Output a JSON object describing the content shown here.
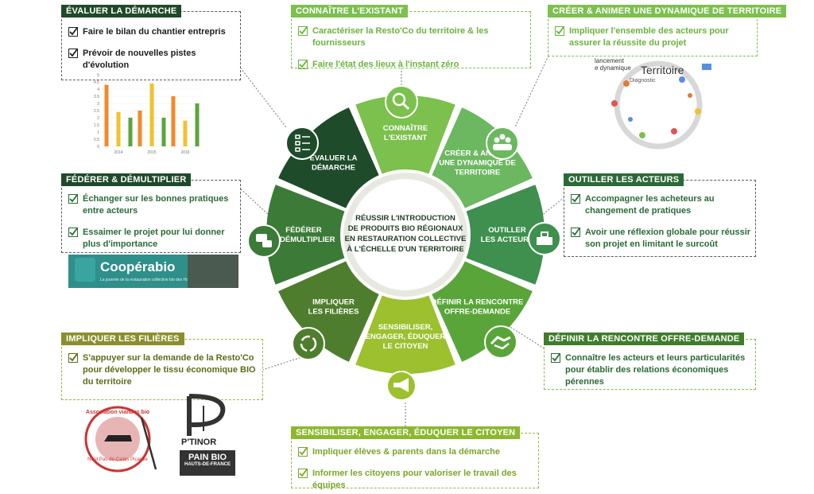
{
  "center": {
    "lines": [
      "RÉUSSIR L'INTRODUCTION",
      "DE PRODUITS BIO RÉGIONAUX",
      "EN RESTAURATION COLLECTIVE",
      "À L'ÉCHELLE D'UN TERRITOIRE"
    ]
  },
  "segments": [
    {
      "lines": [
        "CONNAÎTRE",
        "L'EXISTANT"
      ],
      "color": "#7cc04d",
      "icon": "magnifier-icon"
    },
    {
      "lines": [
        "CRÉER & ANIMER",
        "UNE DYNAMIQUE DE",
        "TERRITOIRE"
      ],
      "color": "#6cb860",
      "icon": "group-icon"
    },
    {
      "lines": [
        "OUTILLER",
        "LES ACTEURS"
      ],
      "color": "#3f8f4f",
      "icon": "toolbox-icon"
    },
    {
      "lines": [
        "DÉFINIR LA RENCONTRE",
        "OFFRE-DEMANDE"
      ],
      "color": "#5aa53a",
      "icon": "handshake-icon"
    },
    {
      "lines": [
        "SENSIBILISER,",
        "ENGAGER, ÉDUQUER",
        "LE CITOYEN"
      ],
      "color": "#9cc02e",
      "icon": "megaphone-icon"
    },
    {
      "lines": [
        "IMPLIQUER",
        "LES FILIÈRES"
      ],
      "color": "#4f7d2e",
      "icon": "recycle-icon"
    },
    {
      "lines": [
        "FÉDÉRER",
        "& DÉMULTIPLIER"
      ],
      "color": "#3c7a38",
      "icon": "speech-bubbles-icon"
    },
    {
      "lines": [
        "ÉVALUER LA",
        "DÉMARCHE"
      ],
      "color": "#1e4b2a",
      "icon": "checklist-icon"
    }
  ],
  "boxes": {
    "evaluer": {
      "title": "ÉVALUER LA DÉMARCHE",
      "items": [
        "Faire le bilan du chantier entrepris",
        "Prévoir de nouvelles pistes d'évolution"
      ]
    },
    "connaitre": {
      "title": "CONNAÎTRE L'EXISTANT",
      "items": [
        "Caractériser la Resto'Co du territoire & les fournisseurs",
        "Faire l'état des lieux à l'instant zéro"
      ]
    },
    "creer": {
      "title": "CRÉER & ANIMER UNE DYNAMIQUE DE TERRITOIRE",
      "items": [
        "Impliquer l'ensemble des acteurs pour assurer la réussite du projet"
      ]
    },
    "federer": {
      "title": "FÉDÉRER & DÉMULTIPLIER",
      "items": [
        "Échanger sur les bonnes pratiques entre acteurs",
        "Essaimer le projet pour lui donner plus d'importance"
      ]
    },
    "outiller": {
      "title": "OUTILLER LES ACTEURS",
      "items": [
        "Accompagner les acheteurs au changement de pratiques",
        "Avoir une réflexion globale pour réussir son projet en limitant le surcoût"
      ]
    },
    "impliquer": {
      "title": "IMPLIQUER LES FILIÈRES",
      "items": [
        "S'appuyer sur la demande de la Resto'Co pour développer le tissu économique BIO du territoire"
      ]
    },
    "definir": {
      "title": "DÉFINIR LA RENCONTRE OFFRE-DEMANDE",
      "items": [
        "Connaître les acteurs et leurs particularités pour établir des relations économiques pérennes"
      ]
    },
    "sensibiliser": {
      "title": "SENSIBILISER, ENGAGER, ÉDUQUER LE CITOYEN",
      "items": [
        "Impliquer élèves & parents dans la démarche",
        "Informer les citoyens pour valoriser le travail des équipes"
      ]
    }
  },
  "chart_data": {
    "type": "bar",
    "categories": [
      "2014",
      "2015",
      "2016"
    ],
    "series": [
      {
        "color": "#f08a2c",
        "values": [
          4.3,
          2.5,
          3.5
        ]
      },
      {
        "color": "#f2c12e",
        "values": [
          2.4,
          4.4,
          1.8
        ]
      },
      {
        "color": "#5aa53a",
        "values": [
          2.0,
          2.0,
          3.0
        ]
      }
    ],
    "yticks": [
      "0",
      "0.5",
      "1",
      "1.5",
      "2",
      "2.5",
      "3",
      "3.5",
      "4",
      "4.5",
      "5"
    ],
    "ylim": [
      0,
      5
    ]
  },
  "territoire": {
    "title": "Territoire",
    "subtitle": "Diagnostic",
    "fragment": "lancement",
    "fragment2": "e dynamique"
  },
  "cooperabio": {
    "name": "Coopérabio",
    "tagline": "La journée de la restauration collective bio des Hauts-de-France"
  },
  "association": {
    "name": "Association viandes bio",
    "region": "Nord Pas-de-Calais Picardie"
  },
  "ptinor": {
    "name": "P'TINOR",
    "line1": "PAIN BIO",
    "line2": "HAUTS-DE-FRANCE"
  }
}
